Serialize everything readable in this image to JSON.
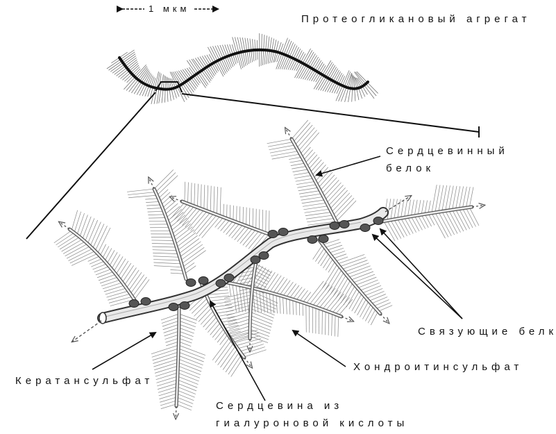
{
  "scale_bar": {
    "label": "1 мкм"
  },
  "labels": {
    "aggregate": "Протеогликановый агрегат",
    "core_protein_line1": "Сердцевинный",
    "core_protein_line2": "белок",
    "link_proteins": "Связующие белки",
    "chondroitin_sulfate": "Хондроитинсульфат",
    "keratan_sulfate": "Кератансульфат",
    "hyaluronic_core_line1": "Сердцевина из",
    "hyaluronic_core_line2": "гиалуроновой кислоты"
  },
  "colors": {
    "ink": "#111111",
    "paper": "#ffffff",
    "strand_fill": "#e9e9e9",
    "node": "#555555"
  }
}
